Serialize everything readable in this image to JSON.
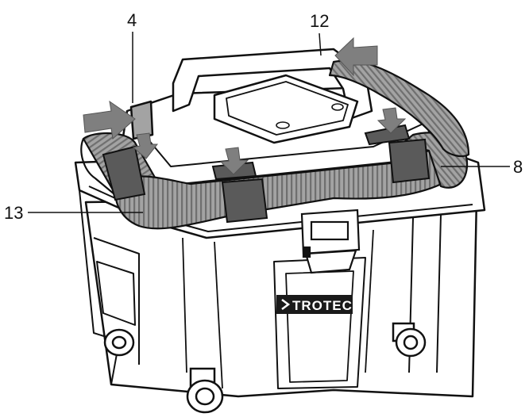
{
  "diagram": {
    "brand_label": "TROTEC",
    "callouts": [
      {
        "id": "4",
        "label": "4"
      },
      {
        "id": "12",
        "label": "12"
      },
      {
        "id": "8",
        "label": "8"
      },
      {
        "id": "13",
        "label": "13"
      }
    ],
    "colors": {
      "line": "#111111",
      "hose": "#a3a3a3",
      "hose_dark": "#6f6f6f",
      "arrow": "#7f7f7f",
      "body": "#ffffff",
      "clip": "#5a5a5a",
      "brand_bg": "#1a1a1a",
      "brand_text": "#ffffff"
    }
  }
}
